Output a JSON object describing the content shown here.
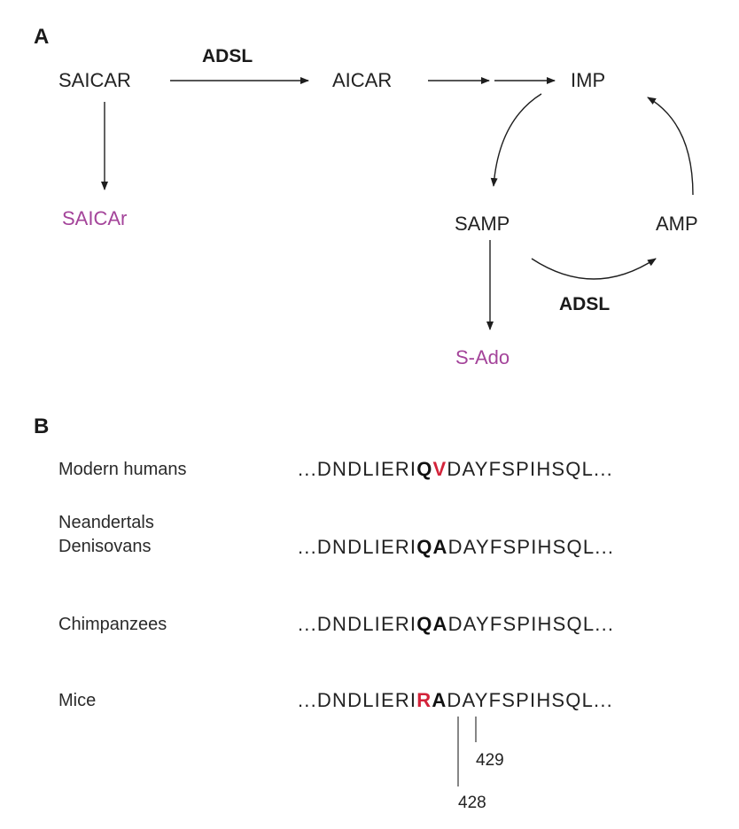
{
  "panel_a": {
    "label": "A",
    "nodes": {
      "saicar": "SAICAR",
      "aicar": "AICAR",
      "imp": "IMP",
      "samp": "SAMP",
      "amp": "AMP",
      "saicar_r": "SAICAr",
      "s_ado": "S-Ado"
    },
    "enzymes": {
      "top": "ADSL",
      "bottom": "ADSL"
    },
    "colors": {
      "dephosphorylated_products": "#a4449a"
    }
  },
  "panel_b": {
    "label": "B",
    "rows": [
      {
        "species": [
          "Modern humans"
        ],
        "prefix": "...DNDLIERI",
        "res428": "Q",
        "res429": "V",
        "suffix": "DAYFSPIHSQL...",
        "res428_red": false,
        "res429_red": true
      },
      {
        "species": [
          "Neandertals",
          "Denisovans"
        ],
        "prefix": "...DNDLIERI",
        "res428": "Q",
        "res429": "A",
        "suffix": "DAYFSPIHSQL...",
        "res428_red": false,
        "res429_red": false
      },
      {
        "species": [
          "Chimpanzees"
        ],
        "prefix": "...DNDLIERI",
        "res428": "Q",
        "res429": "A",
        "suffix": "DAYFSPIHSQL...",
        "res428_red": false,
        "res429_red": false
      },
      {
        "species": [
          "Mice"
        ],
        "prefix": "...DNDLIERI",
        "res428": "R",
        "res429": "A",
        "suffix": "DAYFSPIHSQL...",
        "res428_red": true,
        "res429_red": false
      }
    ],
    "positions": {
      "p428": "428",
      "p429": "429"
    },
    "colors": {
      "substitution": "#d3233a"
    }
  }
}
